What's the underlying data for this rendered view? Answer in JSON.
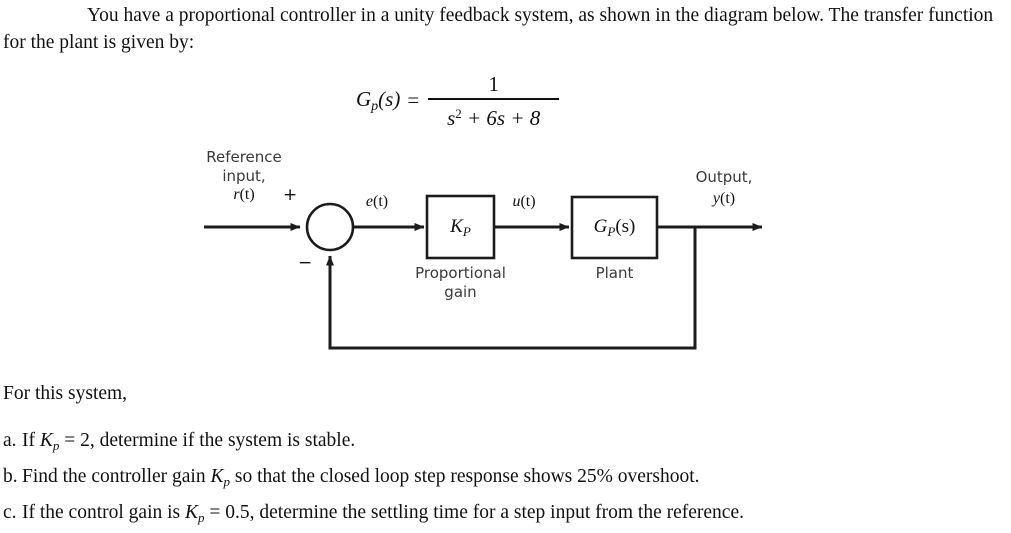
{
  "problem": {
    "intro": "You have a proportional controller in a unity feedback system, as shown in the diagram below. The transfer function for the plant is given by:",
    "equation": {
      "lhs_symbol": "G",
      "lhs_subscript": "p",
      "lhs_arg": "(s)",
      "equals": "=",
      "numerator": "1",
      "denominator_term1": "s",
      "denominator_exponent": "2",
      "denominator_rest": " + 6s + 8",
      "plain": "Gp(s) = 1 / (s^2 + 6s + 8)"
    },
    "prompt": "For this system,",
    "questions": [
      {
        "marker": "a.",
        "pre": "If ",
        "symbol": "K",
        "subscript": "p",
        "post": " = 2, determine if the system is stable."
      },
      {
        "marker": "b.",
        "pre": "Find the controller gain ",
        "symbol": "K",
        "subscript": "p",
        "post": " so that the closed loop step response shows 25% overshoot."
      },
      {
        "marker": "c.",
        "pre": "If the control gain is ",
        "symbol": "K",
        "subscript": "p",
        "post": " = 0.5, determine the settling time for a step input from the reference."
      }
    ]
  },
  "diagram": {
    "reference_label_line1": "Reference",
    "reference_label_line2": "input,",
    "reference_signal": {
      "symbol": "r",
      "arg": "(t)"
    },
    "plus_sign": "+",
    "minus_sign": "−",
    "error_signal": {
      "symbol": "e",
      "arg": "(t)"
    },
    "control_signal": {
      "symbol": "u",
      "arg": "(t)"
    },
    "output_label": "Output,",
    "output_signal": {
      "symbol": "y",
      "arg": "(t)"
    },
    "controller_block": {
      "symbol": "K",
      "subscript": "P",
      "caption_line1": "Proportional",
      "caption_line2": "gain"
    },
    "plant_block": {
      "symbol": "G",
      "subscript": "P",
      "arg": "(s)",
      "caption": "Plant"
    }
  },
  "colors": {
    "line": "#1c1c1c",
    "text": "#111111",
    "sans_label": "#3a3a3a",
    "background": "#ffffff"
  }
}
